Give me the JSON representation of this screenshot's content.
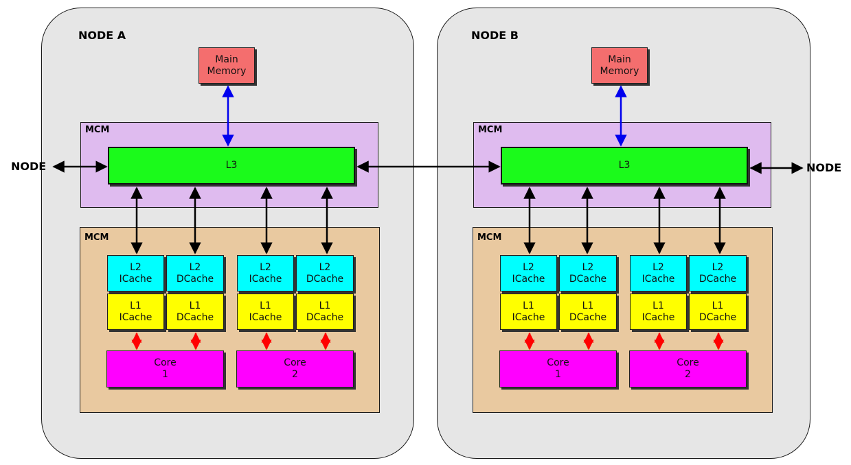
{
  "nodes": [
    {
      "title": "NODE A",
      "main_memory": "Main\nMemory",
      "mcm_top_label": "MCM",
      "l3": "L3",
      "mcm_bottom_label": "MCM",
      "caches": [
        {
          "l2": "L2\nICache",
          "l1": "L1\nICache"
        },
        {
          "l2": "L2\nDCache",
          "l1": "L1\nDCache"
        },
        {
          "l2": "L2\nICache",
          "l1": "L1\nICache"
        },
        {
          "l2": "L2\nDCache",
          "l1": "L1\nDCache"
        }
      ],
      "cores": [
        "Core\n1",
        "Core\n2"
      ]
    },
    {
      "title": "NODE B",
      "main_memory": "Main\nMemory",
      "mcm_top_label": "MCM",
      "l3": "L3",
      "mcm_bottom_label": "MCM",
      "caches": [
        {
          "l2": "L2\nICache",
          "l1": "L1\nICache"
        },
        {
          "l2": "L2\nDCache",
          "l1": "L1\nDCache"
        },
        {
          "l2": "L2\nICache",
          "l1": "L1\nICache"
        },
        {
          "l2": "L2\nDCache",
          "l1": "L1\nDCache"
        }
      ],
      "cores": [
        "Core\n1",
        "Core\n2"
      ]
    }
  ],
  "external": {
    "left_label": "NODE",
    "right_label": "NODE"
  },
  "colors": {
    "memory_link": "#0000ee",
    "core_link": "#ff0000",
    "bus_link": "#000000"
  }
}
